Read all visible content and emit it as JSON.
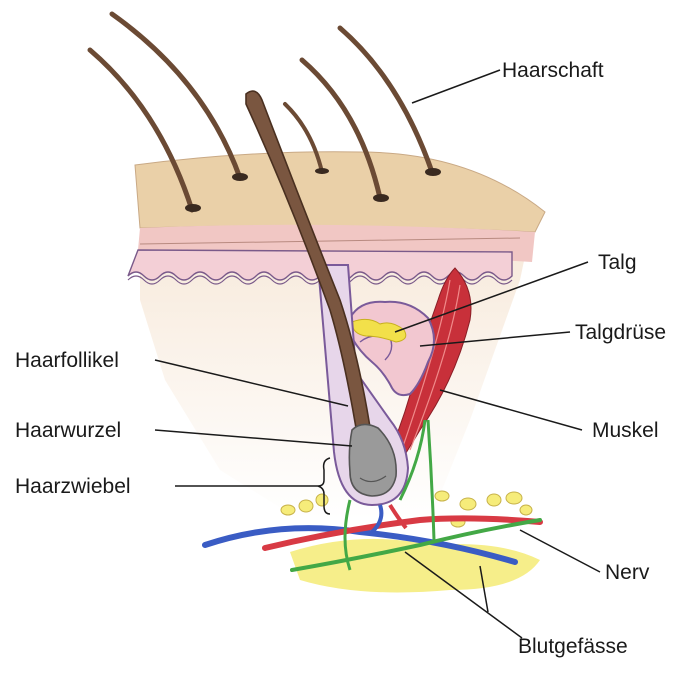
{
  "labels": {
    "haarschaft": "Haarschaft",
    "talg": "Talg",
    "talgdruese": "Talgdrüse",
    "haarfollikel": "Haarfollikel",
    "muskel": "Muskel",
    "haarwurzel": "Haarwurzel",
    "haarzwiebel": "Haarzwiebel",
    "nerv": "Nerv",
    "blutgefaesse": "Blutgefässe"
  },
  "colors": {
    "skin_surface": "#ead0a8",
    "epidermis_pink": "#f0c3c3",
    "dermis": "#f6e7d6",
    "hair": "#6b4a34",
    "sebum": "#f2e04a",
    "muscle": "#c8303a",
    "nerve": "#43a846",
    "artery": "#d83a44",
    "vein": "#3a5cc4",
    "fat": "#f6ec7a",
    "gland": "#f0b8c4"
  }
}
